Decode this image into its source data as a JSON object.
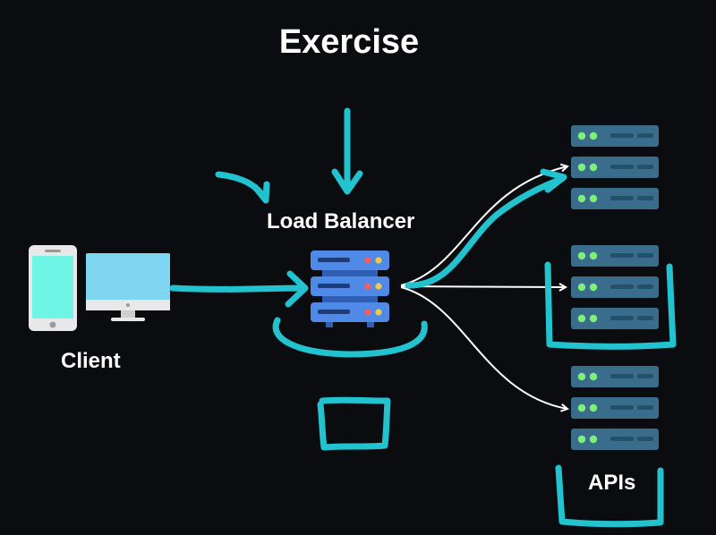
{
  "title": "Exercise",
  "nodes": {
    "client": {
      "label": "Client",
      "icons": [
        "smartphone-icon",
        "desktop-monitor-icon"
      ]
    },
    "load_balancer": {
      "label": "Load Balancer",
      "icon": "server-rack-icon"
    },
    "apis": {
      "label": "APIs",
      "icon": "server-rack-icon",
      "count": 3
    }
  },
  "edges": [
    {
      "from": "client",
      "to": "load_balancer"
    },
    {
      "from": "load_balancer",
      "to": "apis.0"
    },
    {
      "from": "load_balancer",
      "to": "apis.1"
    },
    {
      "from": "load_balancer",
      "to": "apis.2"
    }
  ],
  "colors": {
    "background": "#0b0c10",
    "annotation": "#22c3cf",
    "connector": "#ffffff",
    "api_server": "#3a6d8c",
    "api_led": "#7ef07a",
    "lb_server": "#4f8be6",
    "phone_screen": "#6ff5e6",
    "monitor_screen": "#7fd6f0"
  }
}
